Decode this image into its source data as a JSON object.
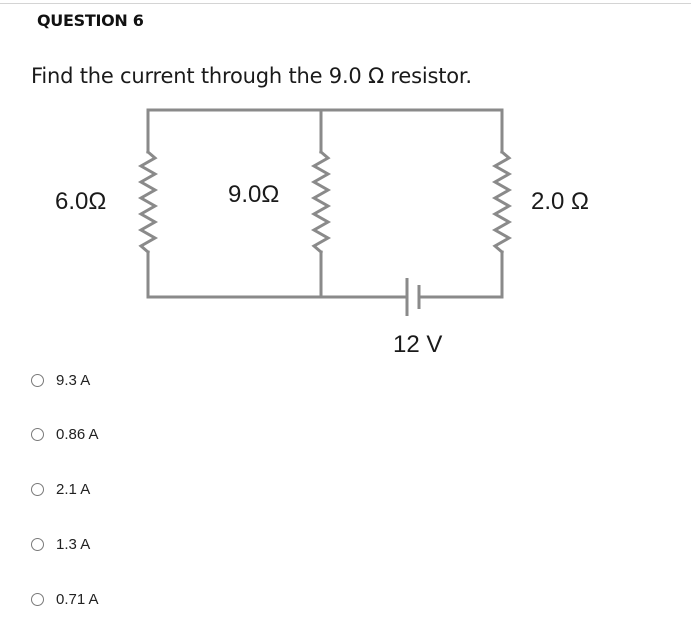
{
  "question": {
    "heading": "QUESTION 6",
    "text": "Find the current through the 9.0 Ω resistor."
  },
  "circuit": {
    "resistor_left_label": "6.0Ω",
    "resistor_middle_label": "9.0Ω",
    "resistor_right_label": "2.0 Ω",
    "battery_label": "12 V"
  },
  "options": [
    {
      "label": "9.3 A"
    },
    {
      "label": "0.86 A"
    },
    {
      "label": "2.1 A"
    },
    {
      "label": "1.3 A"
    },
    {
      "label": "0.71 A"
    }
  ],
  "colors": {
    "wire": "#8a8a8a",
    "text": "#1a1a1a"
  }
}
